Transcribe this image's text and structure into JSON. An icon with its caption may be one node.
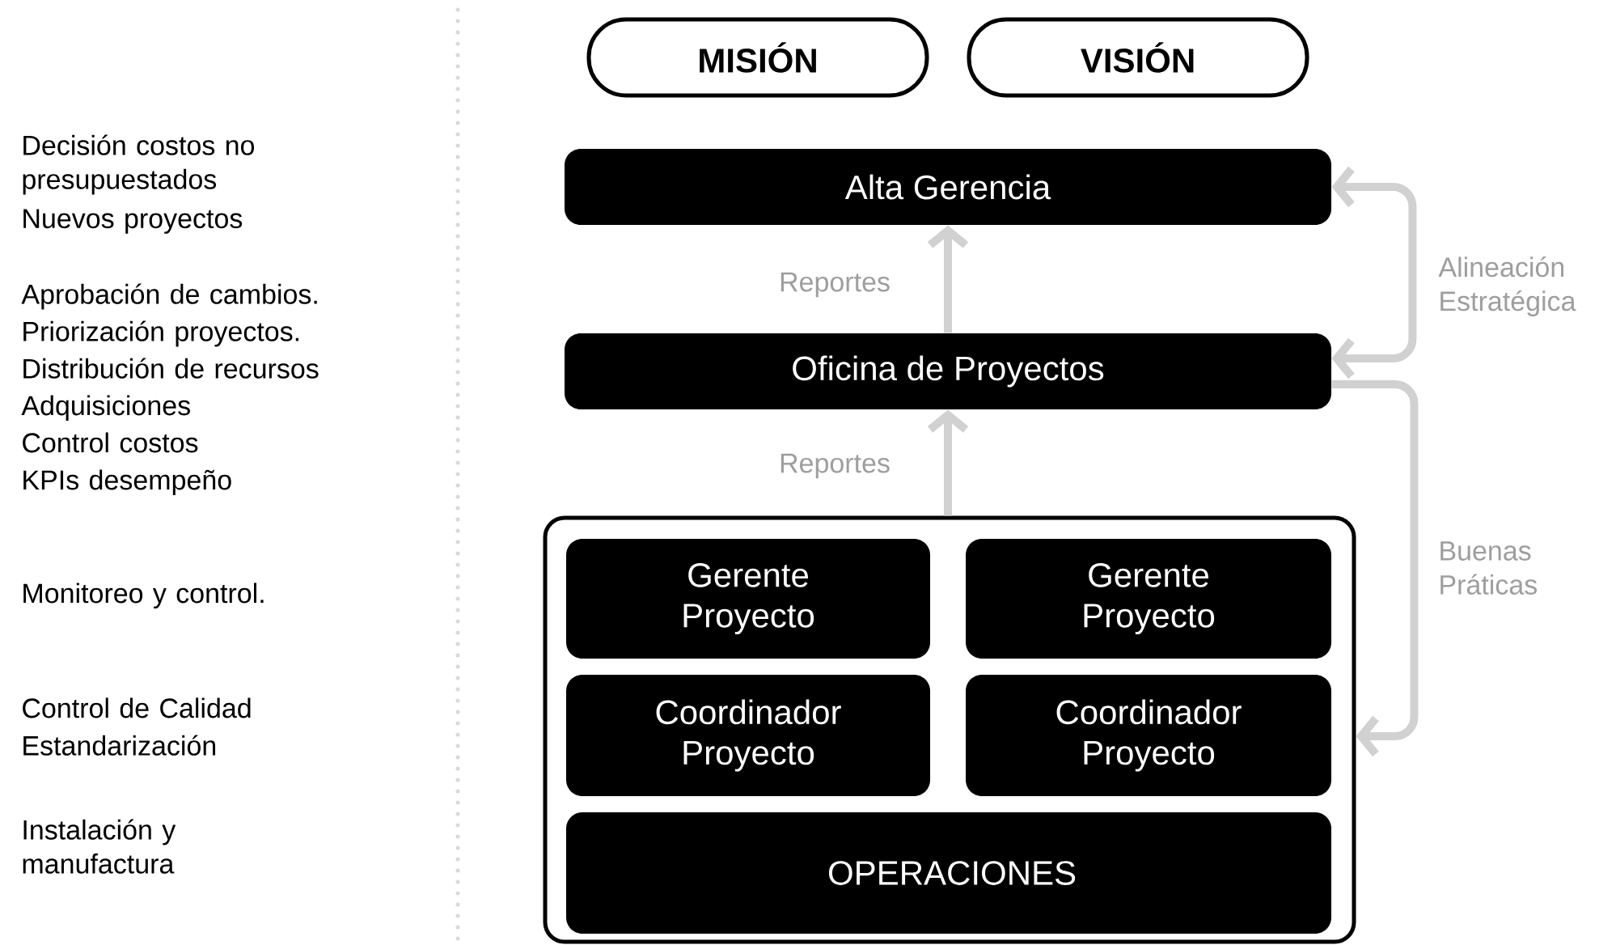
{
  "diagram": {
    "nodes": [
      {
        "text": [
          "MISIÓN"
        ]
      },
      {
        "text": [
          "VISIÓN"
        ]
      },
      {
        "text": [
          "Alta Gerencia"
        ]
      },
      {
        "text": [
          "Oficina de Proyectos"
        ]
      },
      {
        "text": [],
        "shape": "box"
      },
      {
        "text": [
          "Gerente Proyecto"
        ],
        "in": 4
      },
      {
        "text": [
          "Gerente Proyecto"
        ],
        "in": 4
      },
      {
        "text": [
          "Coordinador Proyecto"
        ],
        "in": 4
      },
      {
        "text": [
          "Coordinador Proyecto"
        ],
        "in": 4
      },
      {
        "text": [
          "OPERACIONES"
        ],
        "in": 4
      }
    ],
    "edges": [
      {
        "from": 3,
        "to": 2,
        "arrow": "to",
        "label": "Reportes"
      },
      {
        "from": 4,
        "to": 3,
        "arrow": "to",
        "label": "Reportes"
      },
      {
        "from": 3,
        "to": 2,
        "arrow": "both",
        "label": "Alineación Estratégica"
      },
      {
        "from": 3,
        "to": 4,
        "arrow": "to",
        "label": "Buenas Práticas"
      }
    ],
    "labels": [
      "Decisión costos no presupuestados",
      "Nuevos proyectos",
      "Aprobación de cambios.",
      "Priorización proyectos.",
      "Distribución de recursos",
      "Adquisiciones",
      "Control costos",
      "KPIs desempeño",
      "Monitoreo y control.",
      "Control de Calidad",
      "Estandarización",
      "Instalación y manufactura"
    ]
  }
}
